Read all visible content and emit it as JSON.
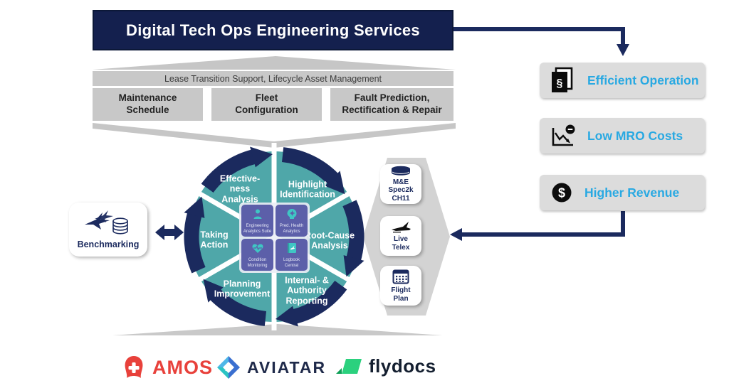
{
  "colors": {
    "navy": "#1B2A5E",
    "banner_navy": "#14204E",
    "teal": "#4FA7A9",
    "tile_purple": "#5C5FA9",
    "tile_icon_teal": "#3FC6C4",
    "benefit_blue": "#29A9E2",
    "gray_box": "#C8C8C8",
    "gray_shape": "#C6C6C6",
    "benefit_gray": "#DCDCDC",
    "amos_red": "#E8413B",
    "flydocs_green": "#2BD17E"
  },
  "banner": {
    "title": "Digital Tech Ops Engineering Services"
  },
  "foundation": {
    "band": "Lease Transition Support, Lifecycle Asset Management",
    "boxes": [
      {
        "label": "Maintenance\nSchedule"
      },
      {
        "label": "Fleet\nConfiguration"
      },
      {
        "label": "Fault Prediction,\nRectification & Repair"
      }
    ]
  },
  "wheel": {
    "segments": [
      {
        "label": "Highlight\nIdentification"
      },
      {
        "label": "Root-Cause\nAnalysis"
      },
      {
        "label": "Internal- &\nAuthority\nReporting"
      },
      {
        "label": "Planning\nImprovement"
      },
      {
        "label": "Taking\nAction"
      },
      {
        "label": "Effective-\nness\nAnalysis"
      }
    ],
    "tiles": [
      {
        "icon": "engineering-analytics-icon",
        "label": "Engineering\nAnalytics Suite"
      },
      {
        "icon": "pred-health-analytics-icon",
        "label": "Pred. Health\nAnalytics"
      },
      {
        "icon": "condition-monitoring-icon",
        "label": "Condition\nMonitoring"
      },
      {
        "icon": "logbook-central-icon",
        "label": "Logbook\nCentral"
      }
    ]
  },
  "benchmarking": {
    "label": "Benchmarking"
  },
  "data_sources": [
    {
      "icon": "database-disk-icon",
      "label": "M&E\nSpec2k\nCH11"
    },
    {
      "icon": "airplane-icon",
      "label": "Live\nTelex"
    },
    {
      "icon": "flight-plan-grid-icon",
      "label": "Flight\nPlan"
    }
  ],
  "benefits": [
    {
      "icon": "section-document-icon",
      "label": "Efficient Operation"
    },
    {
      "icon": "declining-chart-icon",
      "label": "Low MRO Costs"
    },
    {
      "icon": "dollar-circle-icon",
      "label": "Higher Revenue"
    }
  ],
  "partners": [
    {
      "name": "AMOS"
    },
    {
      "name": "AVIATAR"
    },
    {
      "name": "flydocs"
    }
  ]
}
